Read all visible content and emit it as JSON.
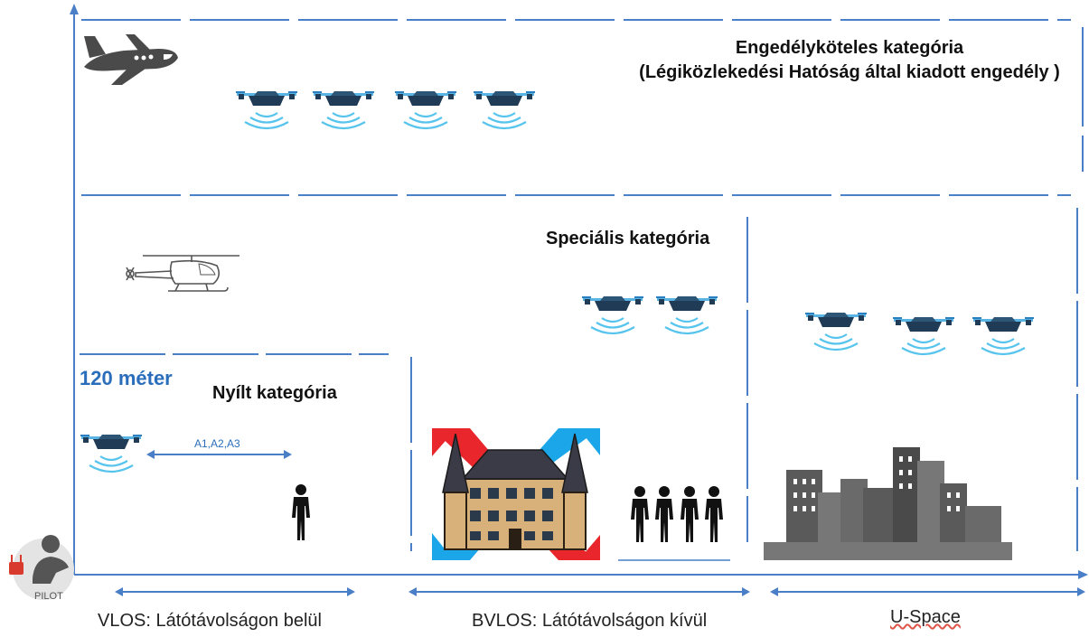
{
  "categories": {
    "certified_title": "Engedélyköteles kategória",
    "certified_subtitle": "(Légiközlekedési Hatóság által kiadott engedély )",
    "specific": "Speciális kategória",
    "open": "Nyílt kategória"
  },
  "height_label": "120 méter",
  "open_subcategories": "A1,A2,A3",
  "pilot_label": "PILOT",
  "axis_labels": {
    "vlos": "VLOS: Látótávolságon belül",
    "bvlos": "BVLOS: Látótávolságon kívül",
    "uspace": "U-Space"
  },
  "colors": {
    "drone_body": "#1f3b55",
    "drone_signal": "#56c4ec",
    "axis_blue": "#4a7fc8",
    "accent_red": "#e8262b",
    "accent_blue": "#1aa6e8"
  }
}
